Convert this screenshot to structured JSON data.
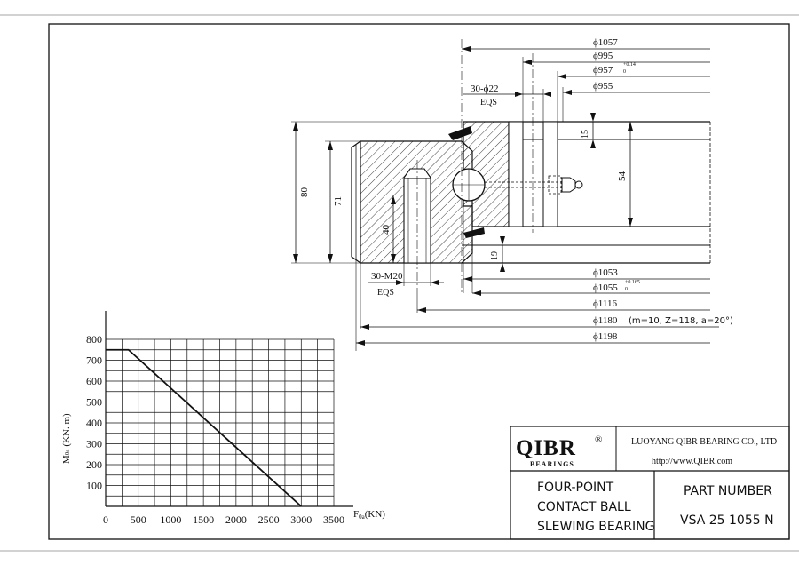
{
  "drawing": {
    "dims_top": {
      "d1057": "ϕ1057",
      "d995": "ϕ995",
      "d957": "ϕ957",
      "d957_tol_upper": "+0.14",
      "d957_tol_lower": "0",
      "d955": "ϕ955",
      "holes_top": "30-ϕ22",
      "holes_top_sub": "EQS"
    },
    "dims_bottom": {
      "d1053": "ϕ1053",
      "d1055": "ϕ1055",
      "d1055_tol_upper": "+0.165",
      "d1055_tol_lower": "0",
      "d1116": "ϕ1116",
      "d1180": "ϕ1180",
      "gear_info": "(m=10, Z=118, a=20°)",
      "d1198": "ϕ1198",
      "holes_bottom": "30-M20",
      "holes_bottom_sub": "EQS"
    },
    "dims_vertical": {
      "h80": "80",
      "h71": "71",
      "h40": "40",
      "h15": "15",
      "h54": "54",
      "h19": "19"
    }
  },
  "chart_data": {
    "type": "line",
    "ylabel": "M",
    "ylabel_sub": "0a",
    "ylabel_unit": "(KN. m)",
    "xlabel": "F",
    "xlabel_sub": "0a",
    "xlabel_unit": "(KN)",
    "xlim": [
      0,
      3500
    ],
    "ylim": [
      0,
      800
    ],
    "x_ticks": [
      0,
      500,
      1000,
      1500,
      2000,
      2500,
      3000,
      3500
    ],
    "y_ticks": [
      100,
      200,
      300,
      400,
      500,
      600,
      700,
      800
    ],
    "grid": true,
    "series": [
      {
        "x": [
          0,
          350,
          3000
        ],
        "y": [
          750,
          750,
          0
        ]
      }
    ]
  },
  "title_block": {
    "logo_text": "QIBR",
    "logo_reg": "®",
    "logo_sub": "BEARINGS",
    "company": "LUOYANG QIBR BEARING CO., LTD",
    "url": "http://www.QIBR.com",
    "desc_line1": "FOUR-POINT",
    "desc_line2": "CONTACT BALL",
    "desc_line3": "SLEWING BEARING",
    "part_label": "PART NUMBER",
    "part_number": "VSA 25 1055 N"
  },
  "colors": {
    "line": "#111111",
    "background": "#ffffff"
  }
}
